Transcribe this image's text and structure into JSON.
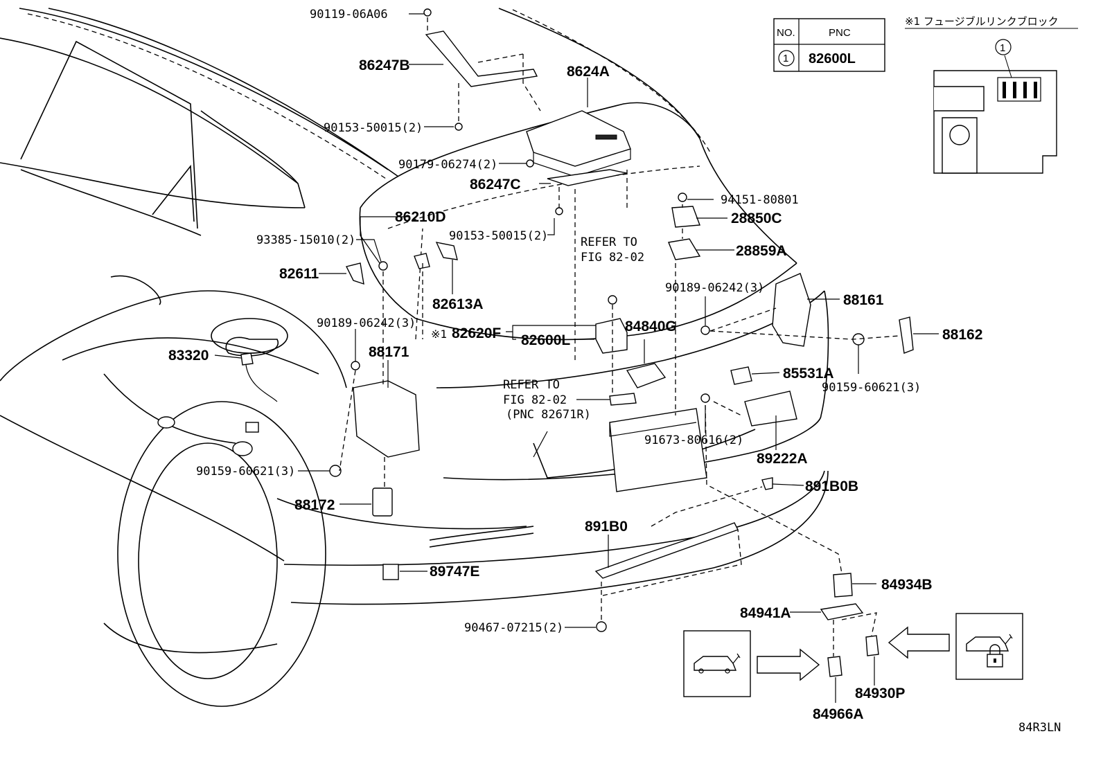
{
  "table": {
    "header_no": "NO.",
    "header_pnc": "PNC",
    "row_no": "1",
    "row_pnc": "82600L"
  },
  "fusible_title": "※1 フュージブルリンクブロック",
  "fusible_callout": "1",
  "labels": {
    "p90119": "90119-06A06",
    "p86247b": "86247B",
    "p8624a": "8624A",
    "p90153a": "90153-50015(2)",
    "p90179": "90179-06274(2)",
    "p86247c": "86247C",
    "p86210d": "86210D",
    "p90153b": "90153-50015(2)",
    "p93385": "93385-15010(2)",
    "p82611": "82611",
    "p82613a": "82613A",
    "refer1_line1": "REFER TO",
    "refer1_line2": "FIG 82-02",
    "p94151": "94151-80801",
    "p28850c": "28850C",
    "p28859a": "28859A",
    "p90189a": "90189-06242(3)",
    "p88161": "88161",
    "p90189b": "90189-06242(3)",
    "p82620f_mark": "※1",
    "p82620f": "82620F",
    "p82600l": "82600L",
    "p84840g": "84840G",
    "p88162": "88162",
    "p88171": "88171",
    "p83320": "83320",
    "p85531a": "85531A",
    "p90159a": "90159-60621(3)",
    "refer2_line1": "REFER TO",
    "refer2_line2": "FIG 82-02",
    "refer2_line3": "(PNC 82671R)",
    "p91673": "91673-80616(2)",
    "p89222a": "89222A",
    "p90159b": "90159-60621(3)",
    "p891b0b": "891B0B",
    "p88172": "88172",
    "p891b0": "891B0",
    "p89747e": "89747E",
    "p84934b": "84934B",
    "p84941a": "84941A",
    "p90467": "90467-07215(2)",
    "p84930p": "84930P",
    "p84966a": "84966A",
    "code": "84R3LN"
  }
}
